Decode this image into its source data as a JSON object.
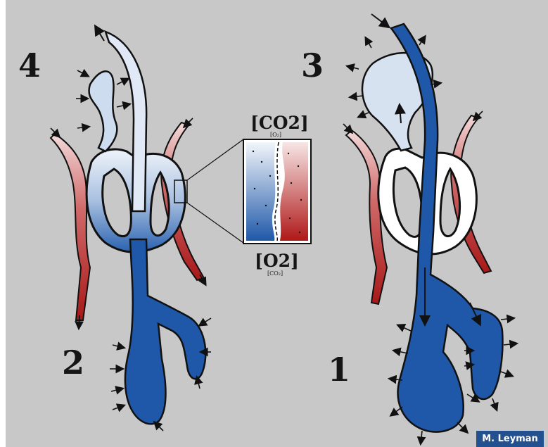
{
  "labels": {
    "stage_1": "1",
    "stage_2": "2",
    "stage_3": "3",
    "stage_4": "4",
    "inset_top_main": "[CO2]",
    "inset_top_sub": "[O₂]",
    "inset_bottom_main": "[O2]",
    "inset_bottom_sub": "[CO₂]"
  },
  "credit": "M. Leyman",
  "colors": {
    "background": "#c8c8c8",
    "deoxygenated": "#1f58a8",
    "oxygenated": "#b01818",
    "mixed_light": "#d8e4f2",
    "outline": "#111111",
    "credit_bg": "#23508f"
  }
}
